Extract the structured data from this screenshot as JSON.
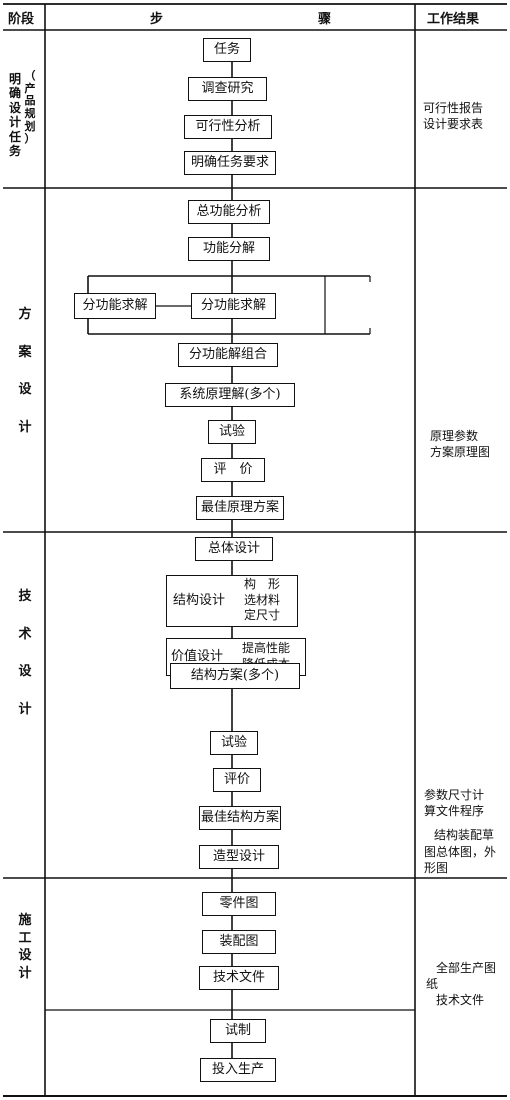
{
  "header": {
    "stage": "阶段",
    "steps_left": "步",
    "steps_right": "骤",
    "results": "工作结果"
  },
  "stages": {
    "s1_main": "明确设计任务",
    "s1_sub": "（产品规划）",
    "s2": "方案设计",
    "s3": "技术设计",
    "s4": "施工设计"
  },
  "steps": {
    "renwu": "任务",
    "diaocha": "调查研究",
    "kexing": "可行性分析",
    "mingque": "明确任务要求",
    "zonggongneng": "总功能分析",
    "fenjie": "功能分解",
    "fen_qiujie_left": "分功能求解",
    "fen_qiujie_mid": "分功能求解",
    "zuhe": "分功能解组合",
    "yuanli": "系统原理解(多个)",
    "shiyan1": "试验",
    "pingjia1": "评　价",
    "zuijia_yuanli": "最佳原理方案",
    "zongti": "总体设计",
    "jiegou": "结构设计",
    "jiegou_1": "构　形",
    "jiegou_2": "选材料",
    "jiegou_3": "定尺寸",
    "jiazhi": "价值设计",
    "jiazhi_1": "提高性能",
    "jiazhi_2": "降低成本",
    "jiegou_fangan": "结构方案(多个)",
    "shiyan2": "试验",
    "pingjia2": "评价",
    "zuijia_jiegou": "最佳结构方案",
    "zaoxing": "造型设计",
    "lingjian": "零件图",
    "zhuangpei": "装配图",
    "jishu_wenjian": "技术文件",
    "shizhi": "试制",
    "touru": "投入生产"
  },
  "results": {
    "r1_a": "可行性报告",
    "r1_b": "设计要求表",
    "r2_a": "原理参数",
    "r2_b": "方案原理图",
    "r3_a": "参数尺寸计",
    "r3_b": "算文件程序",
    "r3_c": "结构装配草",
    "r3_d": "图总体图，外",
    "r3_e": "形图",
    "r4_a": "全部生产图",
    "r4_b": "纸",
    "r4_c": "技术文件"
  },
  "colors": {
    "ink": "#111111",
    "paper": "#ffffff"
  }
}
